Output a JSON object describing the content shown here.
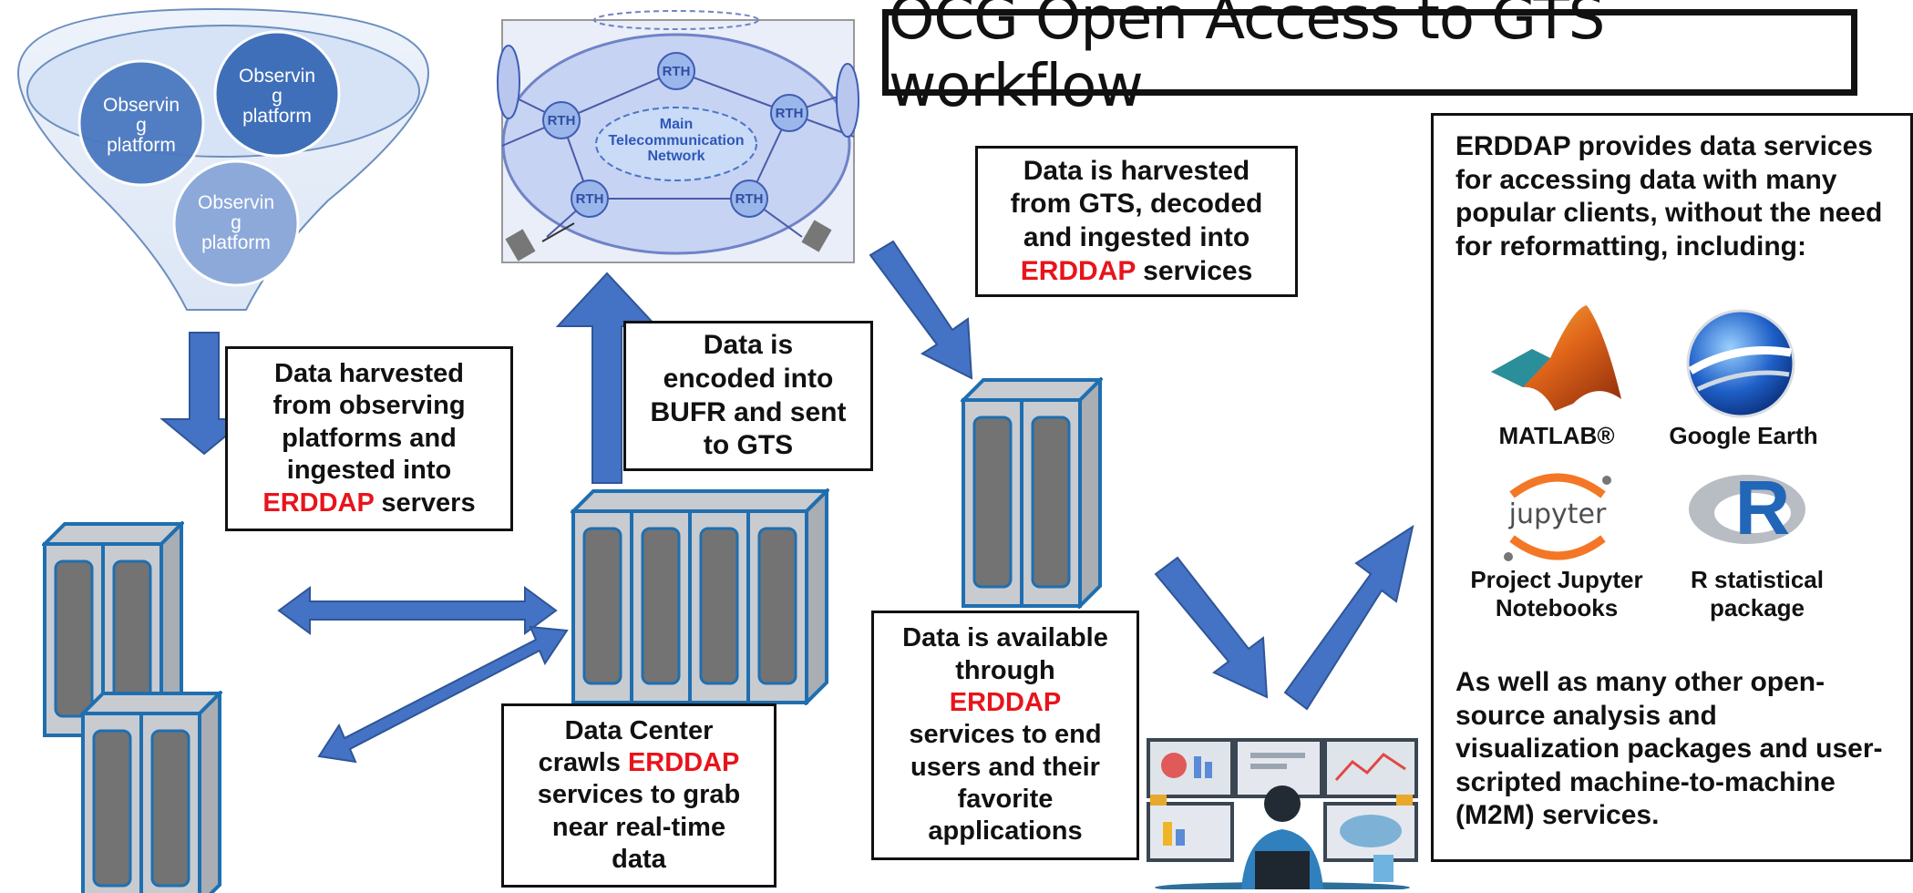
{
  "title": "OCG Open Access to GTS workflow",
  "platforms": [
    "Observin\ng\nplatform",
    "Observin\ng\nplatform",
    "Observin\ng\nplatform"
  ],
  "network": {
    "center_label": "Main\nTelecommunication\nNetwork",
    "node_label": "RTH"
  },
  "boxes": {
    "harvested": {
      "line1": "Data harvested",
      "line2": "from observing",
      "line3": "platforms and",
      "line4": "ingested into",
      "erddap": "ERDDAP",
      "tail": " servers"
    },
    "encoded": {
      "line1": "Data is",
      "line2": "encoded into",
      "line3": "BUFR and sent",
      "line4": "to GTS"
    },
    "gts_harvest": {
      "line1": "Data is harvested",
      "line2": "from GTS, decoded",
      "line3": "and ingested into",
      "erddap": "ERDDAP",
      "tail": " services"
    },
    "data_center": {
      "line1": "Data Center",
      "lead": "crawls ",
      "erddap": "ERDDAP",
      "line3": "services to grab",
      "line4": "near real-time",
      "line5": "data"
    },
    "available": {
      "line1": "Data is available",
      "line2": "through",
      "erddap": "ERDDAP",
      "line4": "services to end",
      "line5": "users and their",
      "line6": "favorite",
      "line7": "applications"
    }
  },
  "info_panel": {
    "intro": "ERDDAP provides data services for accessing data with many popular clients, without the need for reformatting,  including:",
    "tools": [
      {
        "label": "MATLAB®",
        "icon": "matlab-icon"
      },
      {
        "label": "Google Earth",
        "icon": "google-earth-icon"
      },
      {
        "label": "Project Jupyter\nNotebooks",
        "icon": "jupyter-icon"
      },
      {
        "label": "R statistical\npackage",
        "icon": "r-icon"
      }
    ],
    "jupyter_logo_text": "jupyter",
    "r_logo_text": "R",
    "outro": "As well as many other open-source analysis and visualization packages and user-scripted machine-to-machine (M2M) services."
  },
  "colors": {
    "arrow": "#4472c4",
    "arrow_edge": "#2f5597",
    "server_frame": "#1f6fb0",
    "server_fill": "#c8cbd0",
    "erddap": "#e8141b"
  }
}
